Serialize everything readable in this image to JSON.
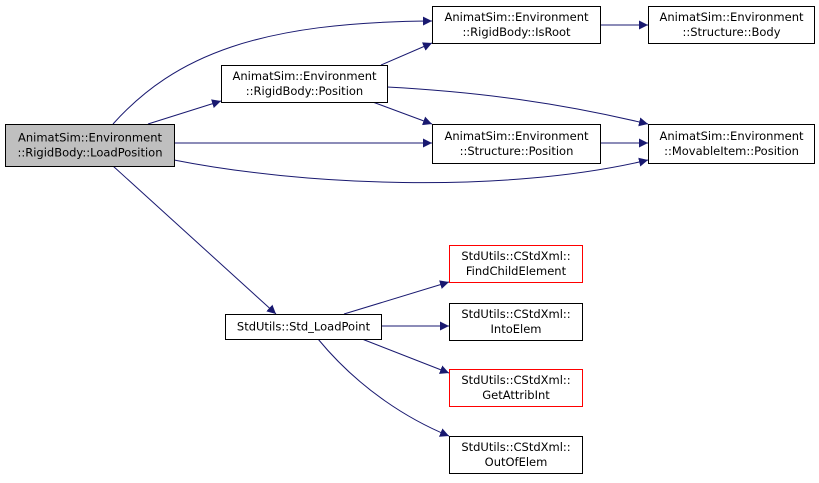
{
  "colors": {
    "edge": "#191970",
    "node_border": "#000000",
    "node_border_incomplete": "#ff0000",
    "root_fill": "#bfbfbf",
    "node_fill": "#ffffff"
  },
  "nodes": [
    {
      "id": "loadposition",
      "lines": [
        "AnimatSim::Environment",
        "::RigidBody::LoadPosition"
      ],
      "style": "root"
    },
    {
      "id": "rb-position",
      "lines": [
        "AnimatSim::Environment",
        "::RigidBody::Position"
      ],
      "style": "normal"
    },
    {
      "id": "rb-isroot",
      "lines": [
        "AnimatSim::Environment",
        "::RigidBody::IsRoot"
      ],
      "style": "normal"
    },
    {
      "id": "structure-body",
      "lines": [
        "AnimatSim::Environment",
        "::Structure::Body"
      ],
      "style": "normal"
    },
    {
      "id": "structure-position",
      "lines": [
        "AnimatSim::Environment",
        "::Structure::Position"
      ],
      "style": "normal"
    },
    {
      "id": "movableitem-position",
      "lines": [
        "AnimatSim::Environment",
        "::MovableItem::Position"
      ],
      "style": "normal"
    },
    {
      "id": "std-loadpoint",
      "lines": [
        "StdUtils::Std_LoadPoint"
      ],
      "style": "normal"
    },
    {
      "id": "findchildelement",
      "lines": [
        "StdUtils::CStdXml::",
        "FindChildElement"
      ],
      "style": "incomplete"
    },
    {
      "id": "intoelem",
      "lines": [
        "StdUtils::CStdXml::",
        "IntoElem"
      ],
      "style": "normal"
    },
    {
      "id": "getattribint",
      "lines": [
        "StdUtils::CStdXml::",
        "GetAttribInt"
      ],
      "style": "incomplete"
    },
    {
      "id": "outofelem",
      "lines": [
        "StdUtils::CStdXml::",
        "OutOfElem"
      ],
      "style": "normal"
    }
  ],
  "edges": [
    {
      "from": "loadposition",
      "to": "rb-isroot"
    },
    {
      "from": "loadposition",
      "to": "rb-position"
    },
    {
      "from": "loadposition",
      "to": "structure-position"
    },
    {
      "from": "loadposition",
      "to": "movableitem-position"
    },
    {
      "from": "loadposition",
      "to": "std-loadpoint"
    },
    {
      "from": "rb-position",
      "to": "rb-isroot"
    },
    {
      "from": "rb-position",
      "to": "structure-position"
    },
    {
      "from": "rb-position",
      "to": "movableitem-position"
    },
    {
      "from": "rb-isroot",
      "to": "structure-body"
    },
    {
      "from": "structure-position",
      "to": "movableitem-position"
    },
    {
      "from": "std-loadpoint",
      "to": "findchildelement"
    },
    {
      "from": "std-loadpoint",
      "to": "intoelem"
    },
    {
      "from": "std-loadpoint",
      "to": "getattribint"
    },
    {
      "from": "std-loadpoint",
      "to": "outofelem"
    }
  ]
}
